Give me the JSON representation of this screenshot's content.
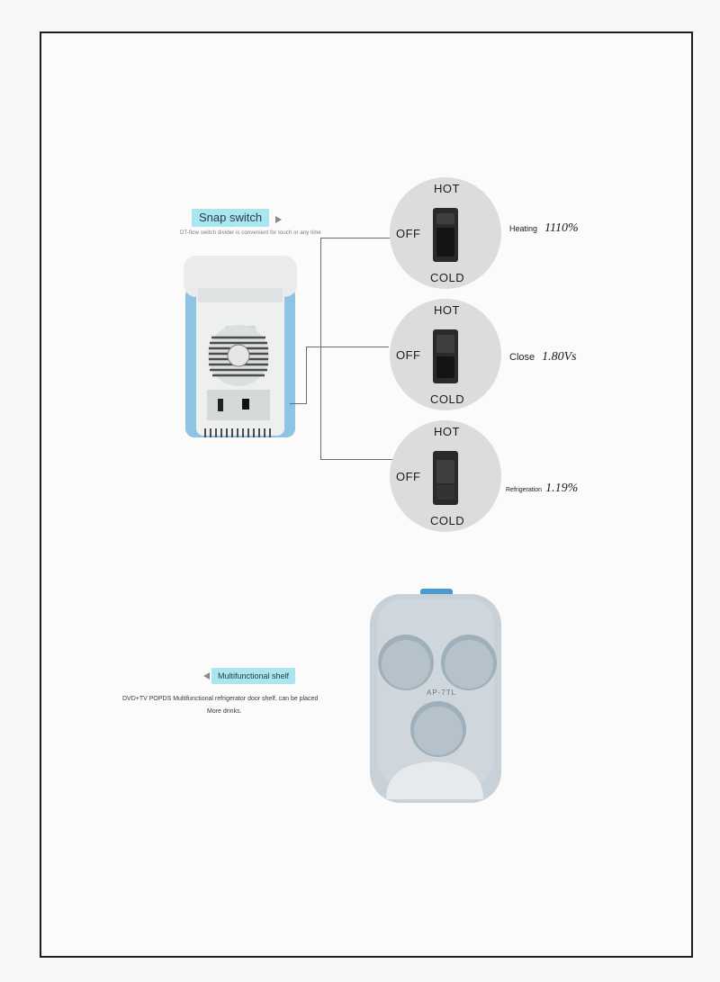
{
  "snap_switch": {
    "tag": "Snap switch",
    "caption": "DT-flow switch divider is convenient for touch or any time"
  },
  "switches": [
    {
      "hot": "HOT",
      "off": "OFF",
      "cold": "COLD",
      "state_label": "Heating",
      "state_value": "1110%"
    },
    {
      "hot": "HOT",
      "off": "OFF",
      "cold": "COLD",
      "state_label": "Close",
      "state_value": "1.80Vs"
    },
    {
      "hot": "HOT",
      "off": "OFF",
      "cold": "COLD",
      "state_label": "Refrigeration",
      "state_value": "1.19%"
    }
  ],
  "shelf": {
    "tag": "Multifunctional shelf",
    "caption_line1": "DVD+TV POPDS Multifunctional refrigerator door shelf, can be placed",
    "caption_line2": "More drinks."
  },
  "lid_marking": "AP-7TL",
  "colors": {
    "tag_bg": "#a9e6ef",
    "body_blue": "#8fc3e4",
    "body_white": "#eef0f0",
    "lid_grey": "#cfd6dc",
    "switch_disc": "#dcdcdc"
  }
}
